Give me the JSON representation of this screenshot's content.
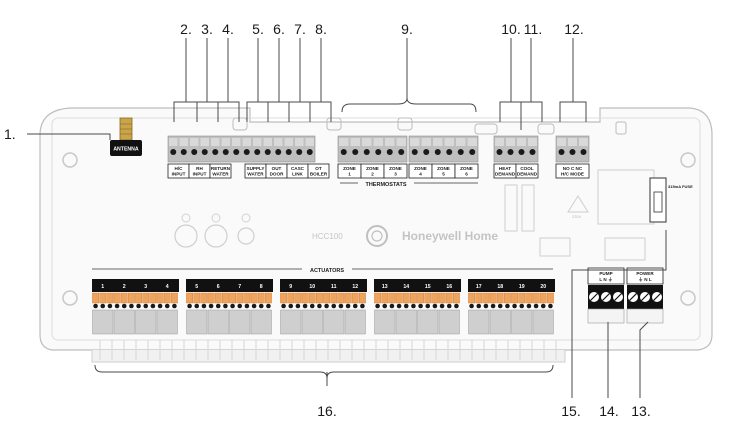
{
  "callouts": [
    {
      "id": "1",
      "text": "1."
    },
    {
      "id": "2",
      "text": "2."
    },
    {
      "id": "3",
      "text": "3."
    },
    {
      "id": "4",
      "text": "4."
    },
    {
      "id": "5",
      "text": "5."
    },
    {
      "id": "6",
      "text": "6."
    },
    {
      "id": "7",
      "text": "7."
    },
    {
      "id": "8",
      "text": "8."
    },
    {
      "id": "9",
      "text": "9."
    },
    {
      "id": "10",
      "text": "10."
    },
    {
      "id": "11",
      "text": "11."
    },
    {
      "id": "12",
      "text": "12."
    },
    {
      "id": "13",
      "text": "13."
    },
    {
      "id": "14",
      "text": "14."
    },
    {
      "id": "15",
      "text": "15."
    },
    {
      "id": "16",
      "text": "16."
    }
  ],
  "antenna_label": "ANTENNA",
  "top_terminals": [
    {
      "l1": "H/C",
      "l2": "INPUT"
    },
    {
      "l1": "RH",
      "l2": "INPUT"
    },
    {
      "l1": "RETURN",
      "l2": "WATER"
    },
    {
      "l1": "SUPPLY",
      "l2": "WATER"
    },
    {
      "l1": "OUT",
      "l2": "DOOR"
    },
    {
      "l1": "CASC",
      "l2": "LINK"
    },
    {
      "l1": "OT",
      "l2": "BOILER"
    }
  ],
  "zones": [
    {
      "l1": "ZONE",
      "l2": "1"
    },
    {
      "l1": "ZONE",
      "l2": "2"
    },
    {
      "l1": "ZONE",
      "l2": "3"
    },
    {
      "l1": "ZONE",
      "l2": "4"
    },
    {
      "l1": "ZONE",
      "l2": "5"
    },
    {
      "l1": "ZONE",
      "l2": "6"
    }
  ],
  "thermostats_label": "THERMOSTATS",
  "demand": [
    {
      "l1": "HEAT",
      "l2": "DEMAND"
    },
    {
      "l1": "COOL",
      "l2": "DEMAND"
    }
  ],
  "relay_label": {
    "l1": "NO  C  NC",
    "l2": "H/C MODE"
  },
  "fuse_label": "315mA FUSE",
  "warning_label": "230V",
  "model_label": "HCC100",
  "brand_label": "Honeywell Home",
  "actuators_label": "ACTUATORS",
  "actuator_numbers": [
    "1",
    "2",
    "3",
    "4",
    "5",
    "6",
    "7",
    "8",
    "9",
    "10",
    "11",
    "12",
    "13",
    "14",
    "15",
    "16",
    "17",
    "18",
    "19",
    "20"
  ],
  "pump": {
    "title": "PUMP",
    "terms": "L  N  ⏚"
  },
  "power": {
    "title": "POWER",
    "terms": "⏚  N  L"
  }
}
